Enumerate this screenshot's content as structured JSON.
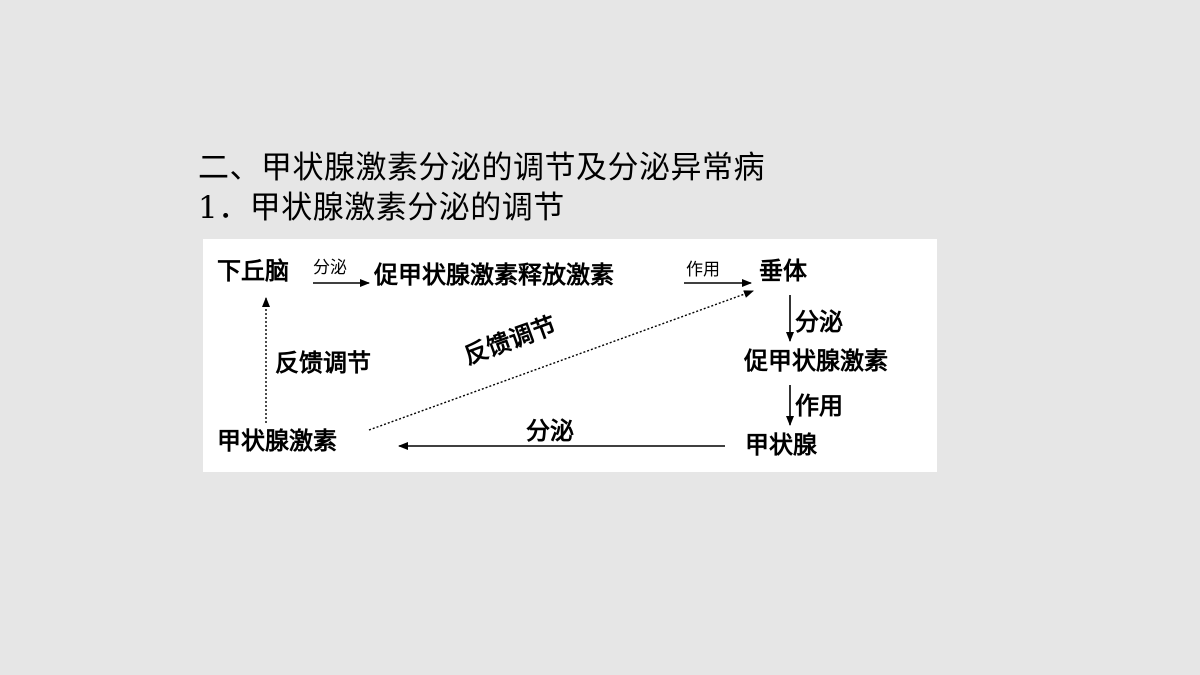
{
  "section_heading": "二、甲状腺激素分泌的调节及分泌异常病",
  "subsection_heading": "1．甲状腺激素分泌的调节",
  "diagram": {
    "nodes": {
      "hypothalamus": "下丘脑",
      "trh": "促甲状腺激素释放激素",
      "pituitary": "垂体",
      "tsh": "促甲状腺激素",
      "thyroid": "甲状腺",
      "thyroid_hormone": "甲状腺激素"
    },
    "edge_labels": {
      "hypothalamus_to_trh": "分泌",
      "trh_to_pituitary": "作用",
      "pituitary_to_tsh": "分泌",
      "tsh_to_thyroid": "作用",
      "thyroid_to_hormone": "分泌",
      "feedback_to_hypothalamus": "反馈调节",
      "feedback_to_pituitary": "反馈调节"
    }
  }
}
